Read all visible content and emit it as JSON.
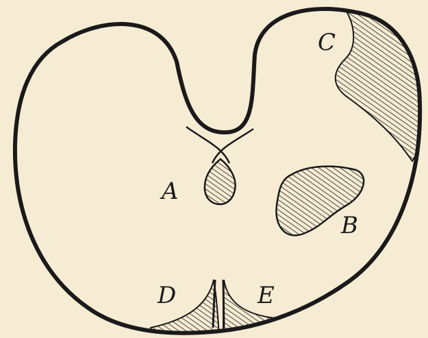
{
  "labels": {
    "a": "A",
    "b": "B",
    "c": "C",
    "d": "D",
    "e": "E"
  },
  "colors": {
    "paper": "#f6ecd3",
    "ink": "#1a1a1a",
    "hatch_fill": "#7a7466"
  }
}
